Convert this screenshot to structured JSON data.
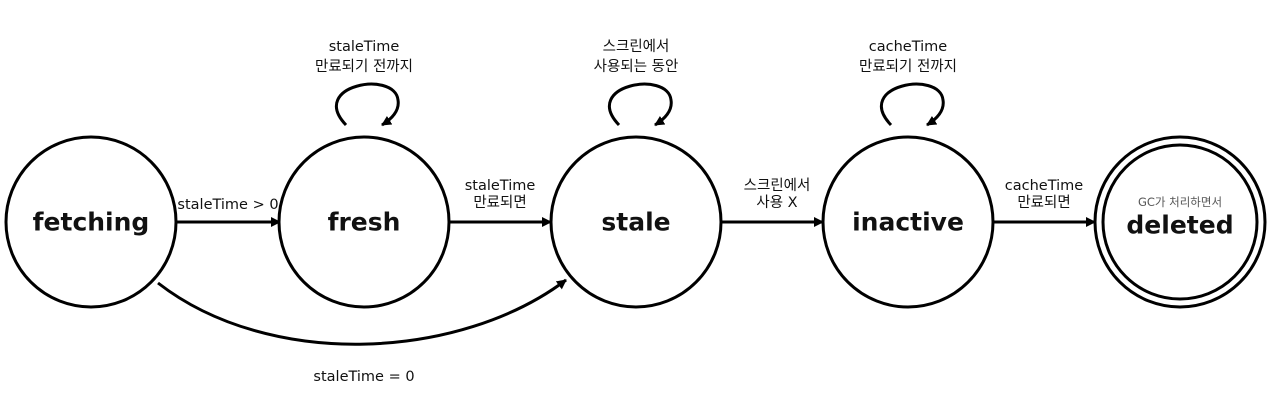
{
  "nodes": {
    "fetching": {
      "label": "fetching"
    },
    "fresh": {
      "label": "fresh"
    },
    "stale": {
      "label": "stale"
    },
    "inactive": {
      "label": "inactive"
    },
    "deleted": {
      "label": "deleted",
      "note": "GC가 처리하면서"
    }
  },
  "edges": {
    "fetching_to_fresh": {
      "line1": "staleTime > 0"
    },
    "fetching_to_stale": {
      "line1": "staleTime = 0"
    },
    "fresh_to_stale": {
      "line1": "staleTime",
      "line2": "만료되면"
    },
    "stale_to_inactive": {
      "line1": "스크린에서",
      "line2": "사용 X"
    },
    "inactive_to_deleted": {
      "line1": "cacheTime",
      "line2": "만료되면"
    }
  },
  "loops": {
    "fresh": {
      "line1": "staleTime",
      "line2": "만료되기 전까지"
    },
    "stale": {
      "line1": "스크린에서",
      "line2": "사용되는 동안"
    },
    "inactive": {
      "line1": "cacheTime",
      "line2": "만료되기 전까지"
    }
  }
}
